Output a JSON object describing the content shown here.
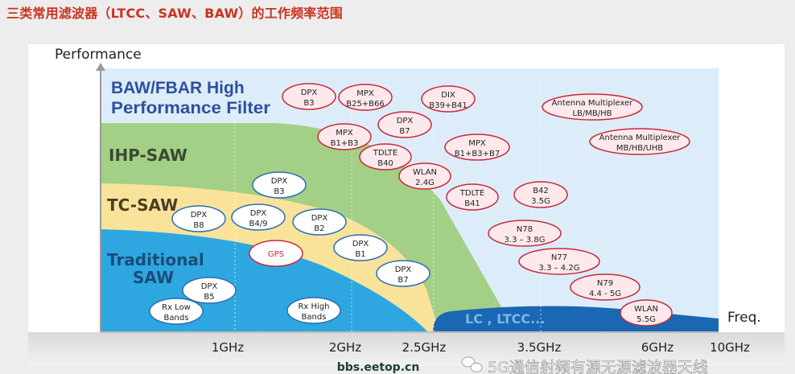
{
  "title": "三类常用滤波器（LTCC、SAW、BAW）的工作频率范围",
  "axes": {
    "y_label": "Performance",
    "x_label": "Freq.",
    "x_ticks": [
      "1GHz",
      "2GHz",
      "2.5GHz",
      "3.5GHz",
      "6GHz",
      "10GHz"
    ]
  },
  "regions": {
    "baw": [
      "BAW/FBAR High",
      "Performance Filter"
    ],
    "ihp": "IHP-SAW",
    "tc": "TC-SAW",
    "trad": [
      "Traditional",
      "SAW"
    ],
    "lc": "LC , LTCC..."
  },
  "colors": {
    "baw": "#dcedf9",
    "ihp": "#a3cf87",
    "tc": "#f9e39a",
    "trad": "#2ea7e0",
    "lc": "#1a67b4",
    "red_stroke": "#c8283a",
    "red_fill": "#fde9ec",
    "blue_stroke": "#2d6db5",
    "title": "#c9331f"
  },
  "bubbles_red": [
    {
      "lines": [
        "DPX",
        "B3"
      ]
    },
    {
      "lines": [
        "MPX",
        "B25+B66"
      ]
    },
    {
      "lines": [
        "DIX",
        "B39+B41"
      ]
    },
    {
      "lines": [
        "DPX",
        "B7"
      ]
    },
    {
      "lines": [
        "MPX",
        "B1+B3"
      ]
    },
    {
      "lines": [
        "TDLTE",
        "B40"
      ]
    },
    {
      "lines": [
        "WLAN",
        "2.4G"
      ]
    },
    {
      "lines": [
        "MPX",
        "B1+B3+B7"
      ]
    },
    {
      "lines": [
        "Antenna Multiplexer",
        "LB/MB/HB"
      ]
    },
    {
      "lines": [
        "Antenna Multiplexer",
        "MB/HB/UHB"
      ]
    },
    {
      "lines": [
        "TDLTE",
        "B41"
      ]
    },
    {
      "lines": [
        "B42",
        "3.5G"
      ]
    },
    {
      "lines": [
        "N78",
        "3.3 – 3.8G"
      ]
    },
    {
      "lines": [
        "N77",
        "3.3 – 4.2G"
      ]
    },
    {
      "lines": [
        "N79",
        "4.4 - 5G"
      ]
    },
    {
      "lines": [
        "WLAN",
        "5.5G"
      ]
    },
    {
      "lines": [
        "GPS"
      ]
    }
  ],
  "bubbles_blue": [
    {
      "lines": [
        "DPX",
        "B3"
      ]
    },
    {
      "lines": [
        "DPX",
        "B8"
      ]
    },
    {
      "lines": [
        "DPX",
        "B4/9"
      ]
    },
    {
      "lines": [
        "DPX",
        "B2"
      ]
    },
    {
      "lines": [
        "DPX",
        "B1"
      ]
    },
    {
      "lines": [
        "DPX",
        "B7"
      ]
    },
    {
      "lines": [
        "DPX",
        "B5"
      ]
    },
    {
      "lines": [
        "Rx Low",
        "Bands"
      ]
    },
    {
      "lines": [
        "Rx High",
        "Bands"
      ]
    }
  ],
  "watermarks": {
    "site": "bbs.eetop.cn",
    "wechat": "5G通信射频有源无源滤波器天线"
  }
}
